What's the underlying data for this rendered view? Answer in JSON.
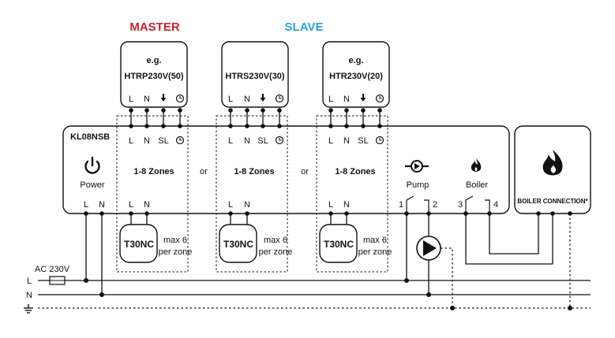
{
  "headings": {
    "master": "MASTER",
    "slave": "SLAVE"
  },
  "colors": {
    "master": "#c8202e",
    "slave": "#2aa2dc",
    "line": "#111111"
  },
  "thermostats": [
    {
      "eg": "e.g.",
      "model": "HTRP230V(50)",
      "terminals": [
        "L",
        "N",
        "↓",
        "clock-icon"
      ]
    },
    {
      "eg": "",
      "model": "HTRS230V(30)",
      "terminals": [
        "L",
        "N",
        "↓",
        "clock-icon"
      ]
    },
    {
      "eg": "e.g.",
      "model": "HTR230V(20)",
      "terminals": [
        "L",
        "N",
        "↓",
        "clock-icon"
      ]
    }
  ],
  "controller": {
    "model": "KL08NSB",
    "power_label": "Power",
    "power_terminals": [
      "L",
      "N"
    ],
    "zone_terminals": [
      "L",
      "N",
      "SL",
      "clock-icon"
    ],
    "zone_label": "1-8 Zones",
    "or_label": "or",
    "actuator_terminals": [
      "L",
      "N"
    ],
    "pump_label": "Pump",
    "boiler_label": "Boiler",
    "relay_terminals": [
      "1",
      "2",
      "3",
      "4"
    ]
  },
  "actuators": {
    "model": "T30NC",
    "note_line1": "max 6",
    "note_line2": "per zone"
  },
  "boiler_connection": {
    "label": "BOILER CONNECTION*"
  },
  "supply": {
    "voltage": "AC 230V",
    "lines": [
      "L",
      "N"
    ],
    "earth": "earth-icon"
  }
}
